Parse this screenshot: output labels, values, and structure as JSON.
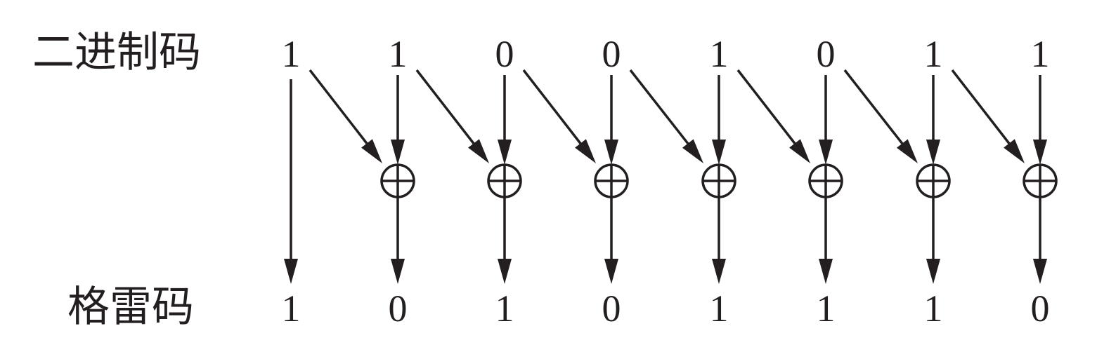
{
  "labels": {
    "binary": "二进制码",
    "gray": "格雷码"
  },
  "binary_bits": [
    "1",
    "1",
    "0",
    "0",
    "1",
    "0",
    "1",
    "1"
  ],
  "gray_bits": [
    "1",
    "0",
    "1",
    "0",
    "1",
    "1",
    "1",
    "0"
  ],
  "operator_symbol": "⊕",
  "colors": {
    "ink": "#231f20",
    "background": "#ffffff"
  }
}
